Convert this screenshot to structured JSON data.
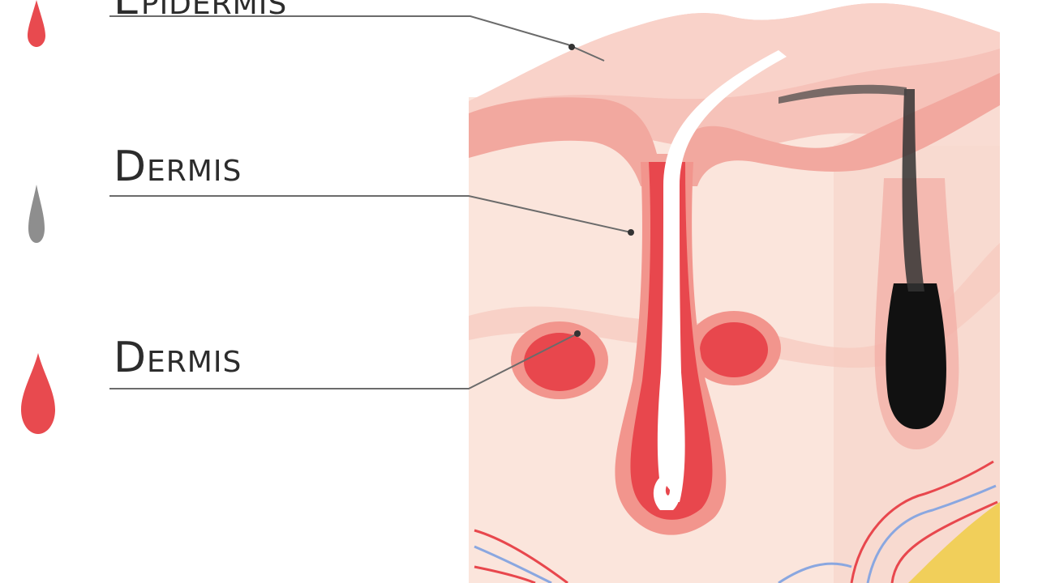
{
  "labels": {
    "epidermis": "Epidermis",
    "dermis_upper": "Dermis",
    "dermis_lower": "Dermis"
  },
  "colors": {
    "drop_top": "#e84a4f",
    "drop_middle": "#8e8e8e",
    "drop_bottom": "#e84a4f",
    "epidermis": "#f4b6ae",
    "dermis": "#fbe3da",
    "follicle": "#e8474d",
    "hair_dark": "#111111",
    "fat": "#f1cf5a",
    "nerve_blue": "#8aa7e0"
  },
  "icons": [
    "drop-icon-red",
    "drop-icon-gray",
    "drop-icon-red"
  ]
}
